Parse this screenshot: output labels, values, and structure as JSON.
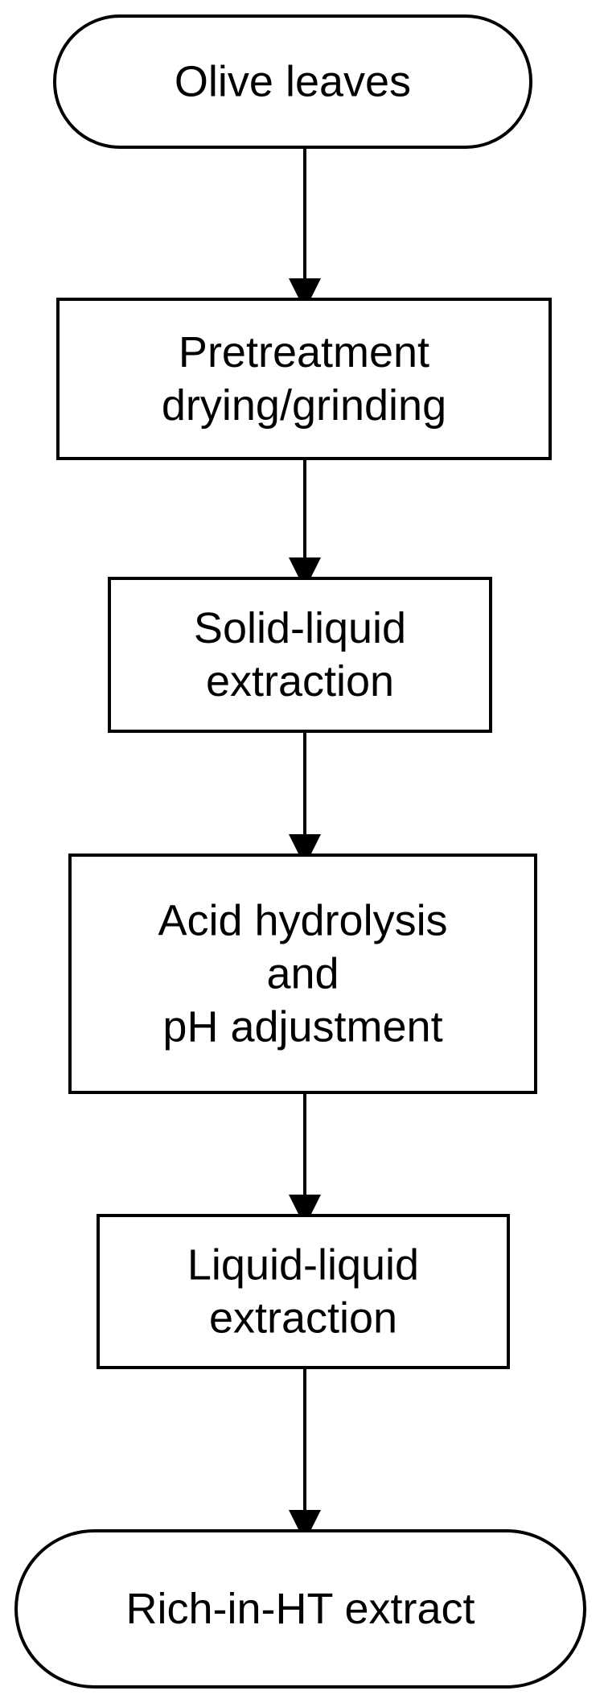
{
  "diagram": {
    "type": "flowchart",
    "direction": "top-to-bottom",
    "stroke_color": "#000000",
    "fill_color": "#ffffff",
    "text_color": "#000000",
    "nodes": [
      {
        "id": "start",
        "shape": "terminal",
        "lines": [
          "Olive leaves"
        ]
      },
      {
        "id": "pretreatment",
        "shape": "process",
        "lines": [
          "Pretreatment",
          "drying/grinding"
        ]
      },
      {
        "id": "solid-liquid",
        "shape": "process",
        "lines": [
          "Solid-liquid",
          "extraction"
        ]
      },
      {
        "id": "acid-hydrolysis",
        "shape": "process",
        "lines": [
          "Acid hydrolysis",
          "and",
          "pH adjustment"
        ]
      },
      {
        "id": "liquid-liquid",
        "shape": "process",
        "lines": [
          "Liquid-liquid",
          "extraction"
        ]
      },
      {
        "id": "end",
        "shape": "terminal",
        "lines": [
          "Rich-in-HT extract"
        ]
      }
    ],
    "edges": [
      {
        "from": "start",
        "to": "pretreatment"
      },
      {
        "from": "pretreatment",
        "to": "solid-liquid"
      },
      {
        "from": "solid-liquid",
        "to": "acid-hydrolysis"
      },
      {
        "from": "acid-hydrolysis",
        "to": "liquid-liquid"
      },
      {
        "from": "liquid-liquid",
        "to": "end"
      }
    ]
  }
}
